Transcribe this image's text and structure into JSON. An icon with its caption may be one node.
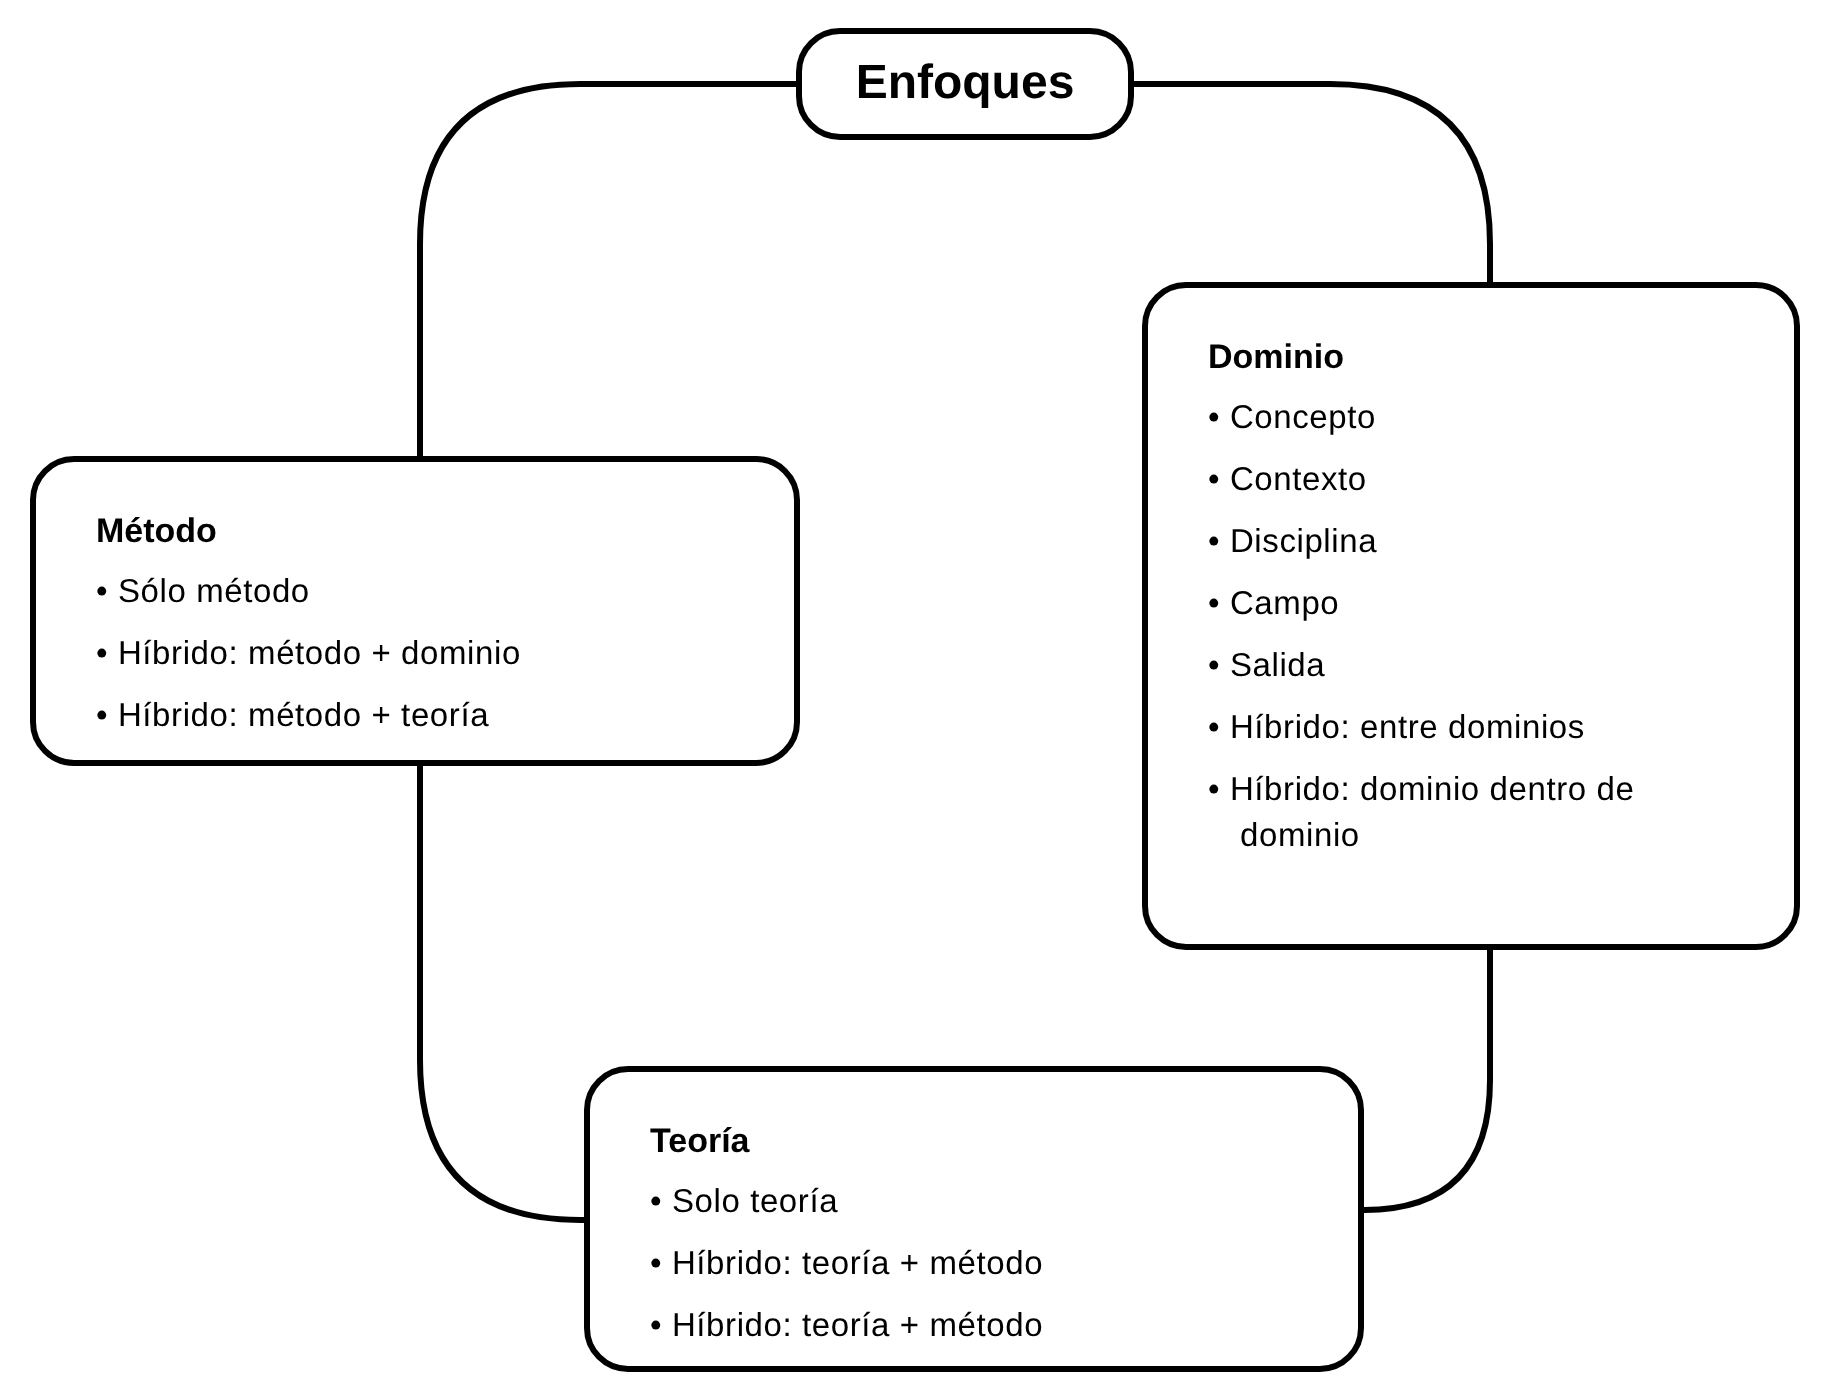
{
  "diagram": {
    "nodes": [
      {
        "text": [
          "Enfoques"
        ]
      },
      {
        "text": [
          "Dominio",
          "• Concepto",
          "• Contexto",
          "• Disciplina",
          "• Campo",
          "• Salida",
          "• Híbrido: entre dominios",
          "• Híbrido: dominio dentro de dominio"
        ]
      },
      {
        "text": [
          "Método",
          "• Sólo método",
          "• Híbrido: método + dominio",
          "• Híbrido: método + teoría"
        ]
      },
      {
        "text": [
          "Teoría",
          "• Solo teoría",
          "• Híbrido: teoría + método",
          "• Híbrido: teoría + método"
        ]
      }
    ],
    "edges": [
      {
        "from": 0,
        "to": 2,
        "arrow": "none"
      },
      {
        "from": 0,
        "to": 1,
        "arrow": "none"
      },
      {
        "from": 2,
        "to": 3,
        "arrow": "none"
      },
      {
        "from": 1,
        "to": 3,
        "arrow": "none"
      }
    ]
  }
}
